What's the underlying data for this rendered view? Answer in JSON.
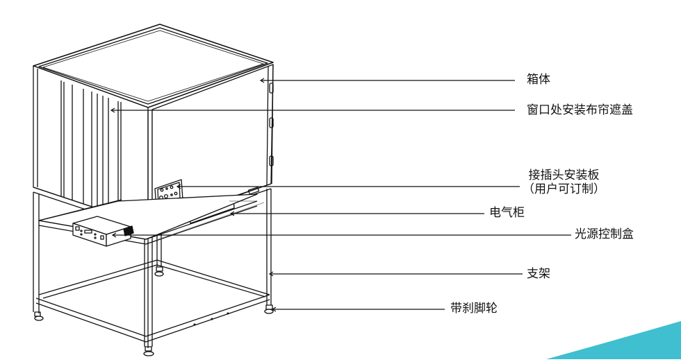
{
  "diagram": {
    "type": "labeled-technical-drawing",
    "subject": "cabinet on support frame",
    "accent_color": "#3fbfcf",
    "line_color": "#111111"
  },
  "labels": [
    {
      "id": "box",
      "text": "箱体"
    },
    {
      "id": "window-curtain",
      "text": "窗口处安装布帘遮盖"
    },
    {
      "id": "connector-plate",
      "line1": "接插头安装板",
      "line2": "（用户可订制）"
    },
    {
      "id": "electrical-cabinet",
      "text": "电气柜"
    },
    {
      "id": "light-controller",
      "text": "光源控制盒"
    },
    {
      "id": "support-frame",
      "text": "支架"
    },
    {
      "id": "braked-casters",
      "text": "带刹脚轮"
    }
  ]
}
